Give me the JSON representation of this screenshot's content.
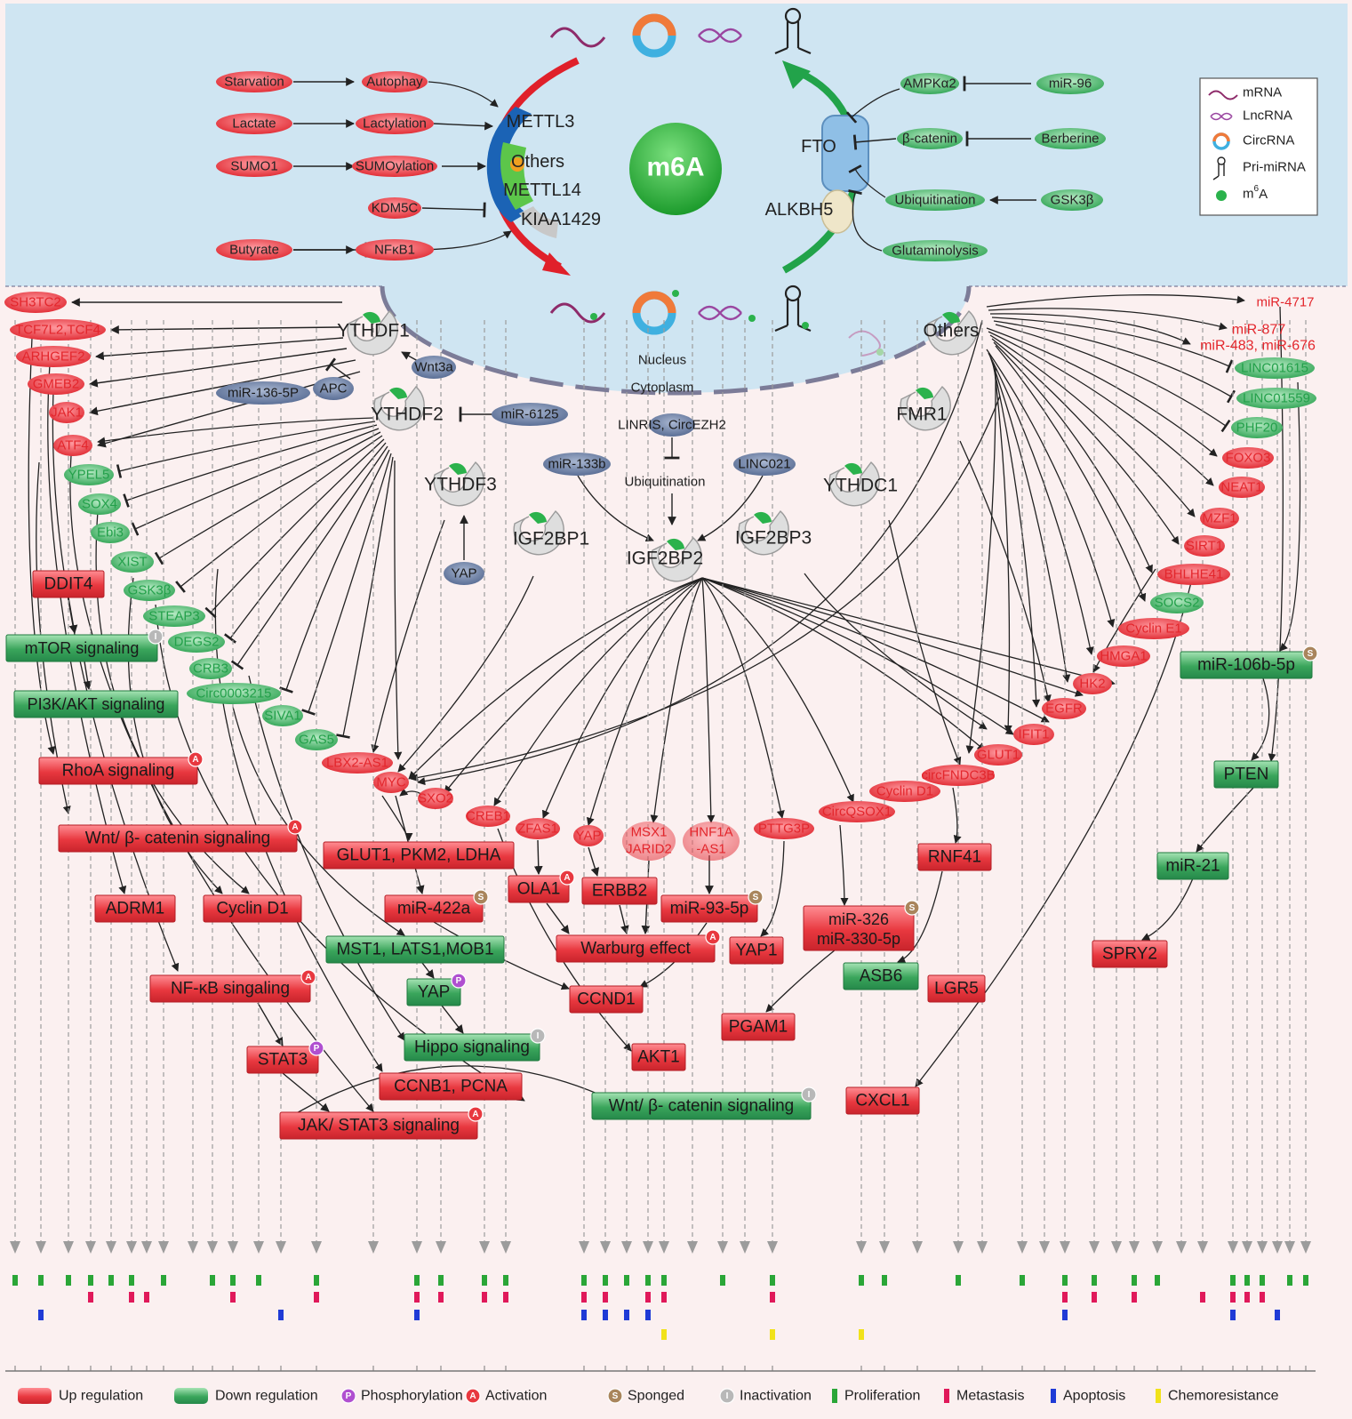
{
  "colors": {
    "nucleus_bg": "#cde4f2",
    "cytoplasm_bg": "#fbf0f0",
    "up": "#e8383f",
    "down": "#2e9a4c",
    "down_text": "#23a04a",
    "up_text": "#e3262c",
    "reader": "#dcdcdc",
    "blue_node": "#7288ad",
    "proliferation": "#2aa637",
    "metastasis": "#e0195a",
    "apoptosis": "#1f3bd6",
    "chemoresistance": "#f1e21a"
  },
  "center": {
    "label": "m6A",
    "sup": "6"
  },
  "compartments": {
    "nucleus": "Nucleus",
    "cytoplasm": "Cytoplasm"
  },
  "writers": [
    "METTL3",
    "Others",
    "METTL14",
    "KIAA1429"
  ],
  "erasers": [
    "FTO",
    "ALKBH5"
  ],
  "writer_inputs": [
    {
      "a": "Starvation",
      "b": "Autophay"
    },
    {
      "a": "Lactate",
      "b": "Lactylation"
    },
    {
      "a": "SUMO1",
      "b": "SUMOylation"
    },
    {
      "a": "",
      "b": "KDM5C"
    },
    {
      "a": "Butyrate",
      "b": "NFκB1"
    }
  ],
  "eraser_inputs": [
    {
      "a": "AMPKα2",
      "b": "miR-96"
    },
    {
      "a": "β-catenin",
      "b": "Berberine"
    },
    {
      "a": "Ubiquitination",
      "b": "GSK3β"
    },
    {
      "a": "Glutaminolysis",
      "b": ""
    }
  ],
  "legend_top": [
    {
      "label": "mRNA"
    },
    {
      "label": "LncRNA"
    },
    {
      "label": "CircRNA"
    },
    {
      "label": "Pri-miRNA"
    },
    {
      "label": "m6A"
    }
  ],
  "readers": [
    "YTHDF1",
    "YTHDF2",
    "YTHDF3",
    "IGF2BP1",
    "IGF2BP2",
    "IGF2BP3",
    "YTHDC1",
    "FMR1",
    "Others"
  ],
  "regulators": [
    "miR-136-5P",
    "APC",
    "Wnt3a",
    "miR-6125",
    "LINRIS, CircEZH2",
    "miR-133b",
    "LINC021",
    "Ubiquitination",
    "YAP"
  ],
  "left_targets": [
    {
      "t": "SH3TC2",
      "c": "up"
    },
    {
      "t": "TCF7L2,TCF4",
      "c": "up"
    },
    {
      "t": "ARHGEF2",
      "c": "up"
    },
    {
      "t": "GMEB2",
      "c": "up"
    },
    {
      "t": "JAK1",
      "c": "up"
    },
    {
      "t": "ATF4",
      "c": "up"
    },
    {
      "t": "YPEL5",
      "c": "down"
    },
    {
      "t": "SOX4",
      "c": "down"
    },
    {
      "t": "Ebi3",
      "c": "down"
    },
    {
      "t": "XIST",
      "c": "down"
    },
    {
      "t": "GSK3β",
      "c": "down"
    },
    {
      "t": "STEAP3",
      "c": "down"
    },
    {
      "t": "DEGS2",
      "c": "down"
    },
    {
      "t": "CRB3",
      "c": "down"
    },
    {
      "t": "Circ0003215",
      "c": "down"
    },
    {
      "t": "SIVA1",
      "c": "down"
    },
    {
      "t": "GAS5",
      "c": "down"
    },
    {
      "t": "LBX2-AS1",
      "c": "up"
    }
  ],
  "right_targets": [
    {
      "t": "miR-4717",
      "c": "up"
    },
    {
      "t": "miR-877",
      "c": "up"
    },
    {
      "t": "miR-483, miR-676",
      "c": "up"
    },
    {
      "t": "LINC01615",
      "c": "down"
    },
    {
      "t": "LINC01559",
      "c": "down"
    },
    {
      "t": "PHF20",
      "c": "down"
    },
    {
      "t": "FOXO3",
      "c": "up"
    },
    {
      "t": "NEAT1",
      "c": "up"
    },
    {
      "t": "MZF1",
      "c": "up"
    },
    {
      "t": "SIRT1",
      "c": "up"
    },
    {
      "t": "BHLHE41",
      "c": "up"
    },
    {
      "t": "SOCS2",
      "c": "down"
    },
    {
      "t": "Cyclin E1",
      "c": "up"
    },
    {
      "t": "HMGA1",
      "c": "up"
    },
    {
      "t": "HK2",
      "c": "up"
    },
    {
      "t": "EGFR",
      "c": "up"
    },
    {
      "t": "IFIT1",
      "c": "up"
    },
    {
      "t": "GLUT1",
      "c": "up"
    },
    {
      "t": "circFNDC3B",
      "c": "up"
    },
    {
      "t": "Cyclin D1",
      "c": "up"
    },
    {
      "t": "CircQSOX1",
      "c": "up"
    }
  ],
  "mid_targets": [
    {
      "t": "MYC",
      "c": "up"
    },
    {
      "t": "SXO2",
      "c": "up"
    },
    {
      "t": "CREB1",
      "c": "up"
    },
    {
      "t": "ZFAS1",
      "c": "up"
    },
    {
      "t": "YAP",
      "c": "up"
    },
    {
      "t": "MSX1",
      "c": "up"
    },
    {
      "t": "JARID2",
      "c": "up"
    },
    {
      "t": "HNF1A",
      "c": "up"
    },
    {
      "t": "-AS1",
      "c": "up"
    },
    {
      "t": "PTTG3P",
      "c": "up"
    }
  ],
  "boxes": [
    {
      "t": "DDIT4",
      "c": "up",
      "badge": ""
    },
    {
      "t": "mTOR signaling",
      "c": "down",
      "badge": "I"
    },
    {
      "t": "PI3K/AKT signaling",
      "c": "down",
      "badge": ""
    },
    {
      "t": "RhoA signaling",
      "c": "up",
      "badge": "A"
    },
    {
      "t": "Wnt/ β- catenin signaling",
      "c": "up",
      "badge": "A"
    },
    {
      "t": "ADRM1",
      "c": "up",
      "badge": ""
    },
    {
      "t": "Cyclin D1",
      "c": "up",
      "badge": ""
    },
    {
      "t": "NF-κB singaling",
      "c": "up",
      "badge": "A"
    },
    {
      "t": "STAT3",
      "c": "up",
      "badge": "P"
    },
    {
      "t": "JAK/ STAT3 signaling",
      "c": "up",
      "badge": "A"
    },
    {
      "t": "GLUT1, PKM2, LDHA",
      "c": "up",
      "badge": ""
    },
    {
      "t": "miR-422a",
      "c": "up",
      "badge": "S"
    },
    {
      "t": "MST1, LATS1,MOB1",
      "c": "down",
      "badge": ""
    },
    {
      "t": "YAP",
      "c": "down",
      "badge": "P"
    },
    {
      "t": "Hippo signaling",
      "c": "down",
      "badge": "I"
    },
    {
      "t": "CCNB1, PCNA",
      "c": "up",
      "badge": ""
    },
    {
      "t": "OLA1",
      "c": "up",
      "badge": "A"
    },
    {
      "t": "ERBB2",
      "c": "up",
      "badge": ""
    },
    {
      "t": "miR-93-5p",
      "c": "up",
      "badge": "S"
    },
    {
      "t": "Warburg effect",
      "c": "up",
      "badge": "A"
    },
    {
      "t": "CCND1",
      "c": "up",
      "badge": ""
    },
    {
      "t": "AKT1",
      "c": "up",
      "badge": ""
    },
    {
      "t": "Wnt/ β- catenin signaling",
      "c": "down",
      "badge": "I"
    },
    {
      "t": "YAP1",
      "c": "up",
      "badge": ""
    },
    {
      "t": "PGAM1",
      "c": "up",
      "badge": ""
    },
    {
      "t": "miR-326",
      "c": "up",
      "badge": "S"
    },
    {
      "t": "miR-330-5p",
      "c": "up",
      "badge": ""
    },
    {
      "t": "ASB6",
      "c": "down",
      "badge": ""
    },
    {
      "t": "RNF41",
      "c": "up",
      "badge": ""
    },
    {
      "t": "LGR5",
      "c": "up",
      "badge": ""
    },
    {
      "t": "CXCL1",
      "c": "up",
      "badge": ""
    },
    {
      "t": "SPRY2",
      "c": "up",
      "badge": ""
    },
    {
      "t": "miR-21",
      "c": "down",
      "badge": ""
    },
    {
      "t": "PTEN",
      "c": "down",
      "badge": ""
    },
    {
      "t": "miR-106b-5p",
      "c": "down",
      "badge": "S"
    }
  ],
  "outcome_marks": {
    "proliferation": [
      17,
      46,
      77,
      102,
      125,
      148,
      184,
      239,
      262,
      291,
      356,
      469,
      496,
      545,
      569,
      657,
      681,
      705,
      729,
      747,
      813,
      869,
      969,
      995,
      1078,
      1150,
      1198,
      1231,
      1276,
      1302,
      1387,
      1403,
      1420,
      1451,
      1469
    ],
    "metastasis": [
      102,
      148,
      165,
      262,
      356,
      469,
      496,
      545,
      569,
      657,
      681,
      729,
      747,
      869,
      1198,
      1231,
      1276,
      1353,
      1387,
      1403,
      1420
    ],
    "apoptosis": [
      46,
      316,
      469,
      657,
      681,
      705,
      729,
      1198,
      1387,
      1437
    ],
    "chemoresistance": [
      747,
      869,
      969
    ]
  },
  "legend_bottom": [
    {
      "label": "Up regulation",
      "kind": "up"
    },
    {
      "label": "Down regulation",
      "kind": "down"
    },
    {
      "label": "Phosphorylation",
      "kind": "P"
    },
    {
      "label": "Activation",
      "kind": "A"
    },
    {
      "label": "Sponged",
      "kind": "S"
    },
    {
      "label": "Inactivation",
      "kind": "I"
    },
    {
      "label": "Proliferation",
      "kind": "prolif"
    },
    {
      "label": "Metastasis",
      "kind": "meta"
    },
    {
      "label": "Apoptosis",
      "kind": "apop"
    },
    {
      "label": "Chemoresistance",
      "kind": "chemo"
    }
  ]
}
